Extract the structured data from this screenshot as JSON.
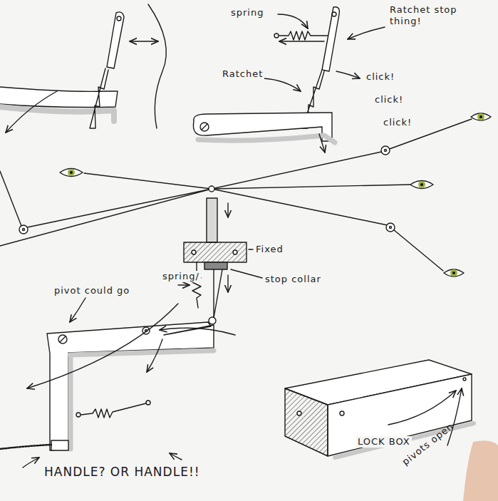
{
  "diagram": {
    "labels": [
      "spring",
      "Ratchet stop thing!",
      "Ratchet",
      "click!",
      "click!",
      "click!",
      "Fixed",
      "stop collar",
      "spring/",
      "pivot could go",
      "HANDLE? OR HANDLE!!",
      "LOCK BOX",
      "pivots open"
    ]
  }
}
